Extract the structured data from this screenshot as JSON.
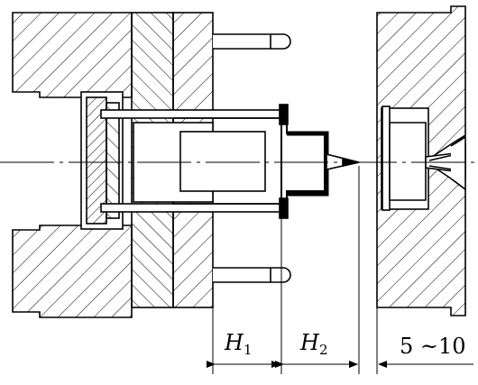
{
  "dimensions": {
    "h1": {
      "symbol": "H",
      "subscript": "1"
    },
    "h2": {
      "symbol": "H",
      "subscript": "2"
    },
    "gap": "5 ~10"
  },
  "colors": {
    "line": "#000000",
    "background": "#ffffff"
  }
}
